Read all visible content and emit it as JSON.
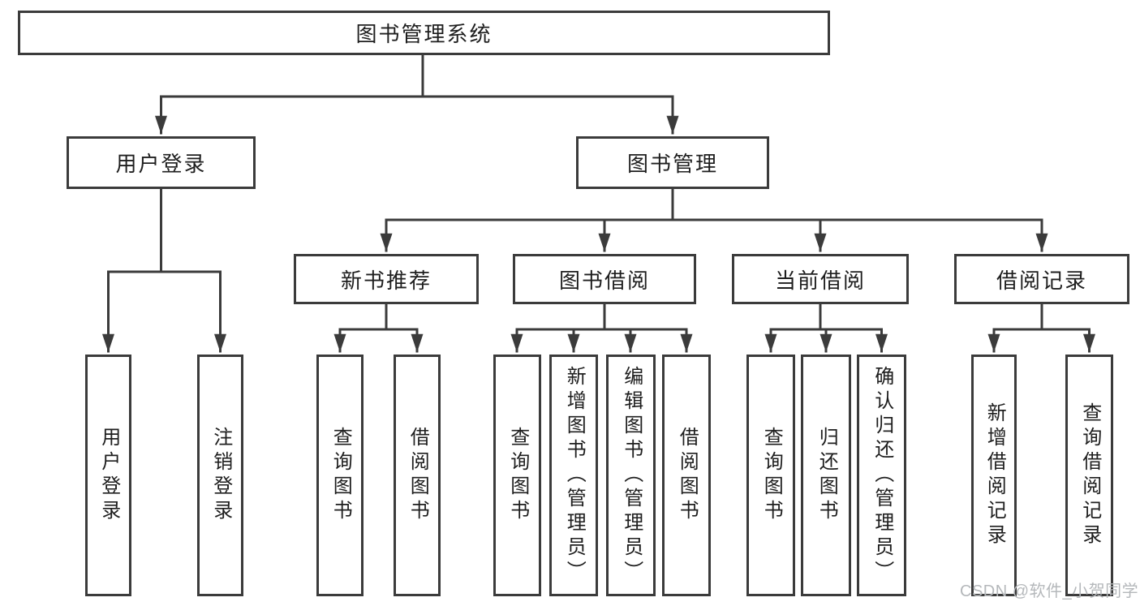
{
  "diagram": {
    "title": "图书管理系统",
    "root": {
      "label": "图书管理系统"
    },
    "branches": [
      {
        "label": "用户登录",
        "children": [
          {
            "label": "用户登录"
          },
          {
            "label": "注销登录"
          }
        ]
      },
      {
        "label": "图书管理",
        "children": [
          {
            "label": "新书推荐",
            "children": [
              {
                "label": "查询图书"
              },
              {
                "label": "借阅图书"
              }
            ]
          },
          {
            "label": "图书借阅",
            "children": [
              {
                "label": "查询图书"
              },
              {
                "label": "新增图书（管理员）"
              },
              {
                "label": "编辑图书（管理员）"
              },
              {
                "label": "借阅图书"
              }
            ]
          },
          {
            "label": "当前借阅",
            "children": [
              {
                "label": "查询图书"
              },
              {
                "label": "归还图书"
              },
              {
                "label": "确认归还（管理员）"
              }
            ]
          },
          {
            "label": "借阅记录",
            "children": [
              {
                "label": "新增借阅记录"
              },
              {
                "label": "查询借阅记录"
              }
            ]
          }
        ]
      }
    ]
  },
  "watermark": {
    "text": "CSDN @软件_小贺同学"
  },
  "colors": {
    "line": "#3b3b3b",
    "text": "#1e1e1e",
    "watermark": "#b5b8bb",
    "background": "#ffffff"
  }
}
